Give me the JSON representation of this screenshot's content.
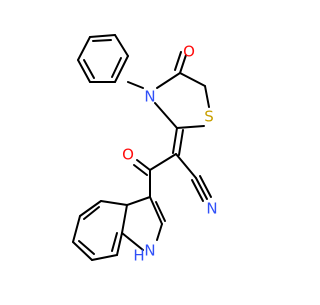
{
  "molecule": {
    "atom_labels": {
      "ring_oxygen": "O",
      "ring_nitrogen": "N",
      "ring_sulfur": "S",
      "ketone_oxygen": "O",
      "nitrile_nitrogen": "N",
      "indole_nh": "H"
    },
    "colors": {
      "bond": "#000000",
      "oxygen": "#ff0d0d",
      "nitrogen": "#3050f8",
      "sulfur": "#c8a000"
    }
  }
}
